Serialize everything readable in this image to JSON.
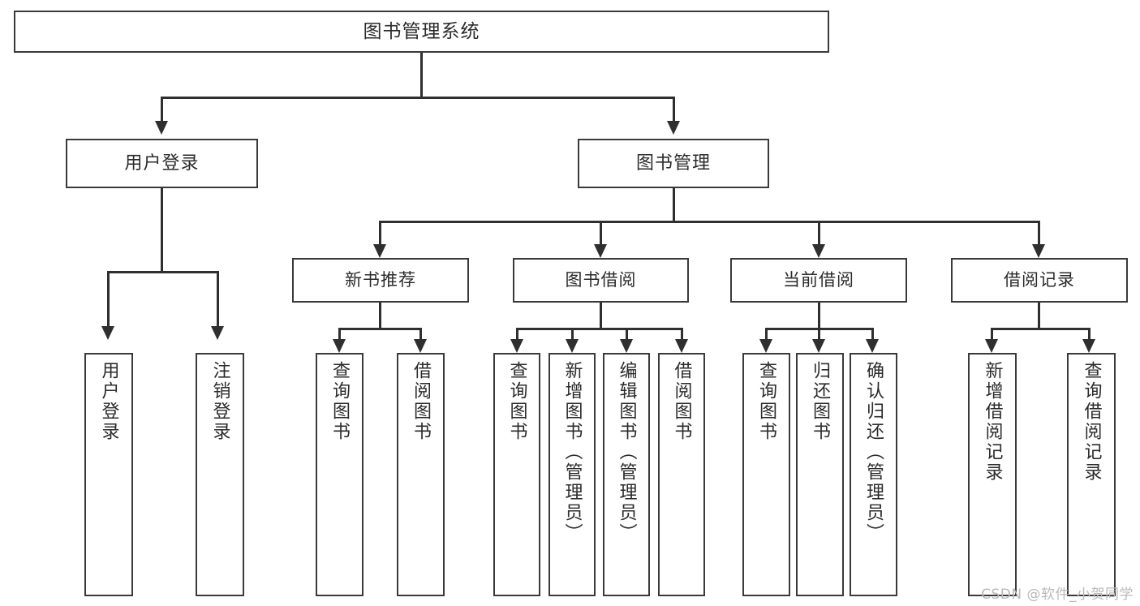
{
  "diagram": {
    "title": "图书管理系统",
    "type": "功能结构图",
    "watermark": "CSDN @软件_小贺同学",
    "colors": {
      "background": "#ffffff",
      "border": "#3a3a3a",
      "connector": "#2f2f2f",
      "text": "#2b2b2b",
      "watermark": "#b9b9b9"
    },
    "root": {
      "label": "图书管理系统"
    },
    "branches": [
      {
        "id": "user-login",
        "label": "用户登录",
        "children": [
          {
            "id": "login",
            "label": "用户登录"
          },
          {
            "id": "logout",
            "label": "注销登录"
          }
        ]
      },
      {
        "id": "book-management",
        "label": "图书管理",
        "groups": [
          {
            "id": "new-book-recommend",
            "label": "新书推荐",
            "children": [
              {
                "id": "query-book-1",
                "label": "查询图书"
              },
              {
                "id": "borrow-book-1",
                "label": "借阅图书"
              }
            ]
          },
          {
            "id": "book-borrow",
            "label": "图书借阅",
            "children": [
              {
                "id": "query-book-2",
                "label": "查询图书"
              },
              {
                "id": "add-book",
                "label": "新增图书（管理员）"
              },
              {
                "id": "edit-book",
                "label": "编辑图书（管理员）"
              },
              {
                "id": "borrow-book-2",
                "label": "借阅图书"
              }
            ]
          },
          {
            "id": "current-borrow",
            "label": "当前借阅",
            "children": [
              {
                "id": "query-book-3",
                "label": "查询图书"
              },
              {
                "id": "return-book",
                "label": "归还图书"
              },
              {
                "id": "confirm-return",
                "label": "确认归还（管理员）"
              }
            ]
          },
          {
            "id": "borrow-record",
            "label": "借阅记录",
            "children": [
              {
                "id": "add-record",
                "label": "新增借阅记录"
              },
              {
                "id": "query-record",
                "label": "查询借阅记录"
              }
            ]
          }
        ]
      }
    ]
  }
}
